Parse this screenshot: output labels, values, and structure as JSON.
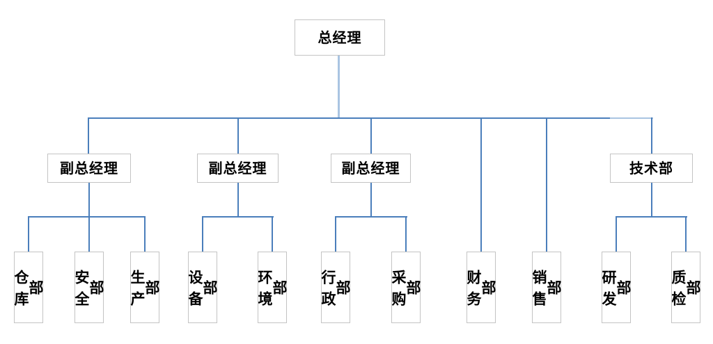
{
  "diagram": {
    "type": "org-chart",
    "root": {
      "label": "总经理"
    },
    "level2": [
      {
        "label": "副总经理",
        "children": [
          "仓库部",
          "安全部",
          "生产部"
        ]
      },
      {
        "label": "副总经理",
        "children": [
          "设备部",
          "环境部"
        ]
      },
      {
        "label": "副总经理",
        "children": [
          "行政部",
          "采购部"
        ]
      },
      {
        "label": "技术部",
        "children": [
          "研发部",
          "质检部"
        ]
      }
    ],
    "root_direct_children": [
      "财务部",
      "销售部"
    ],
    "leaf_labels": [
      "仓库部",
      "安全部",
      "生产部",
      "设备部",
      "环境部",
      "行政部",
      "采购部",
      "财务部",
      "销售部",
      "研发部",
      "质检部"
    ]
  },
  "colors": {
    "connector": "#4a7ebb",
    "connector_light": "#a9c4e2",
    "box_border": "#c3c3c3",
    "box_fill": "#ffffff",
    "text": "#000000",
    "background": "#ffffff"
  }
}
